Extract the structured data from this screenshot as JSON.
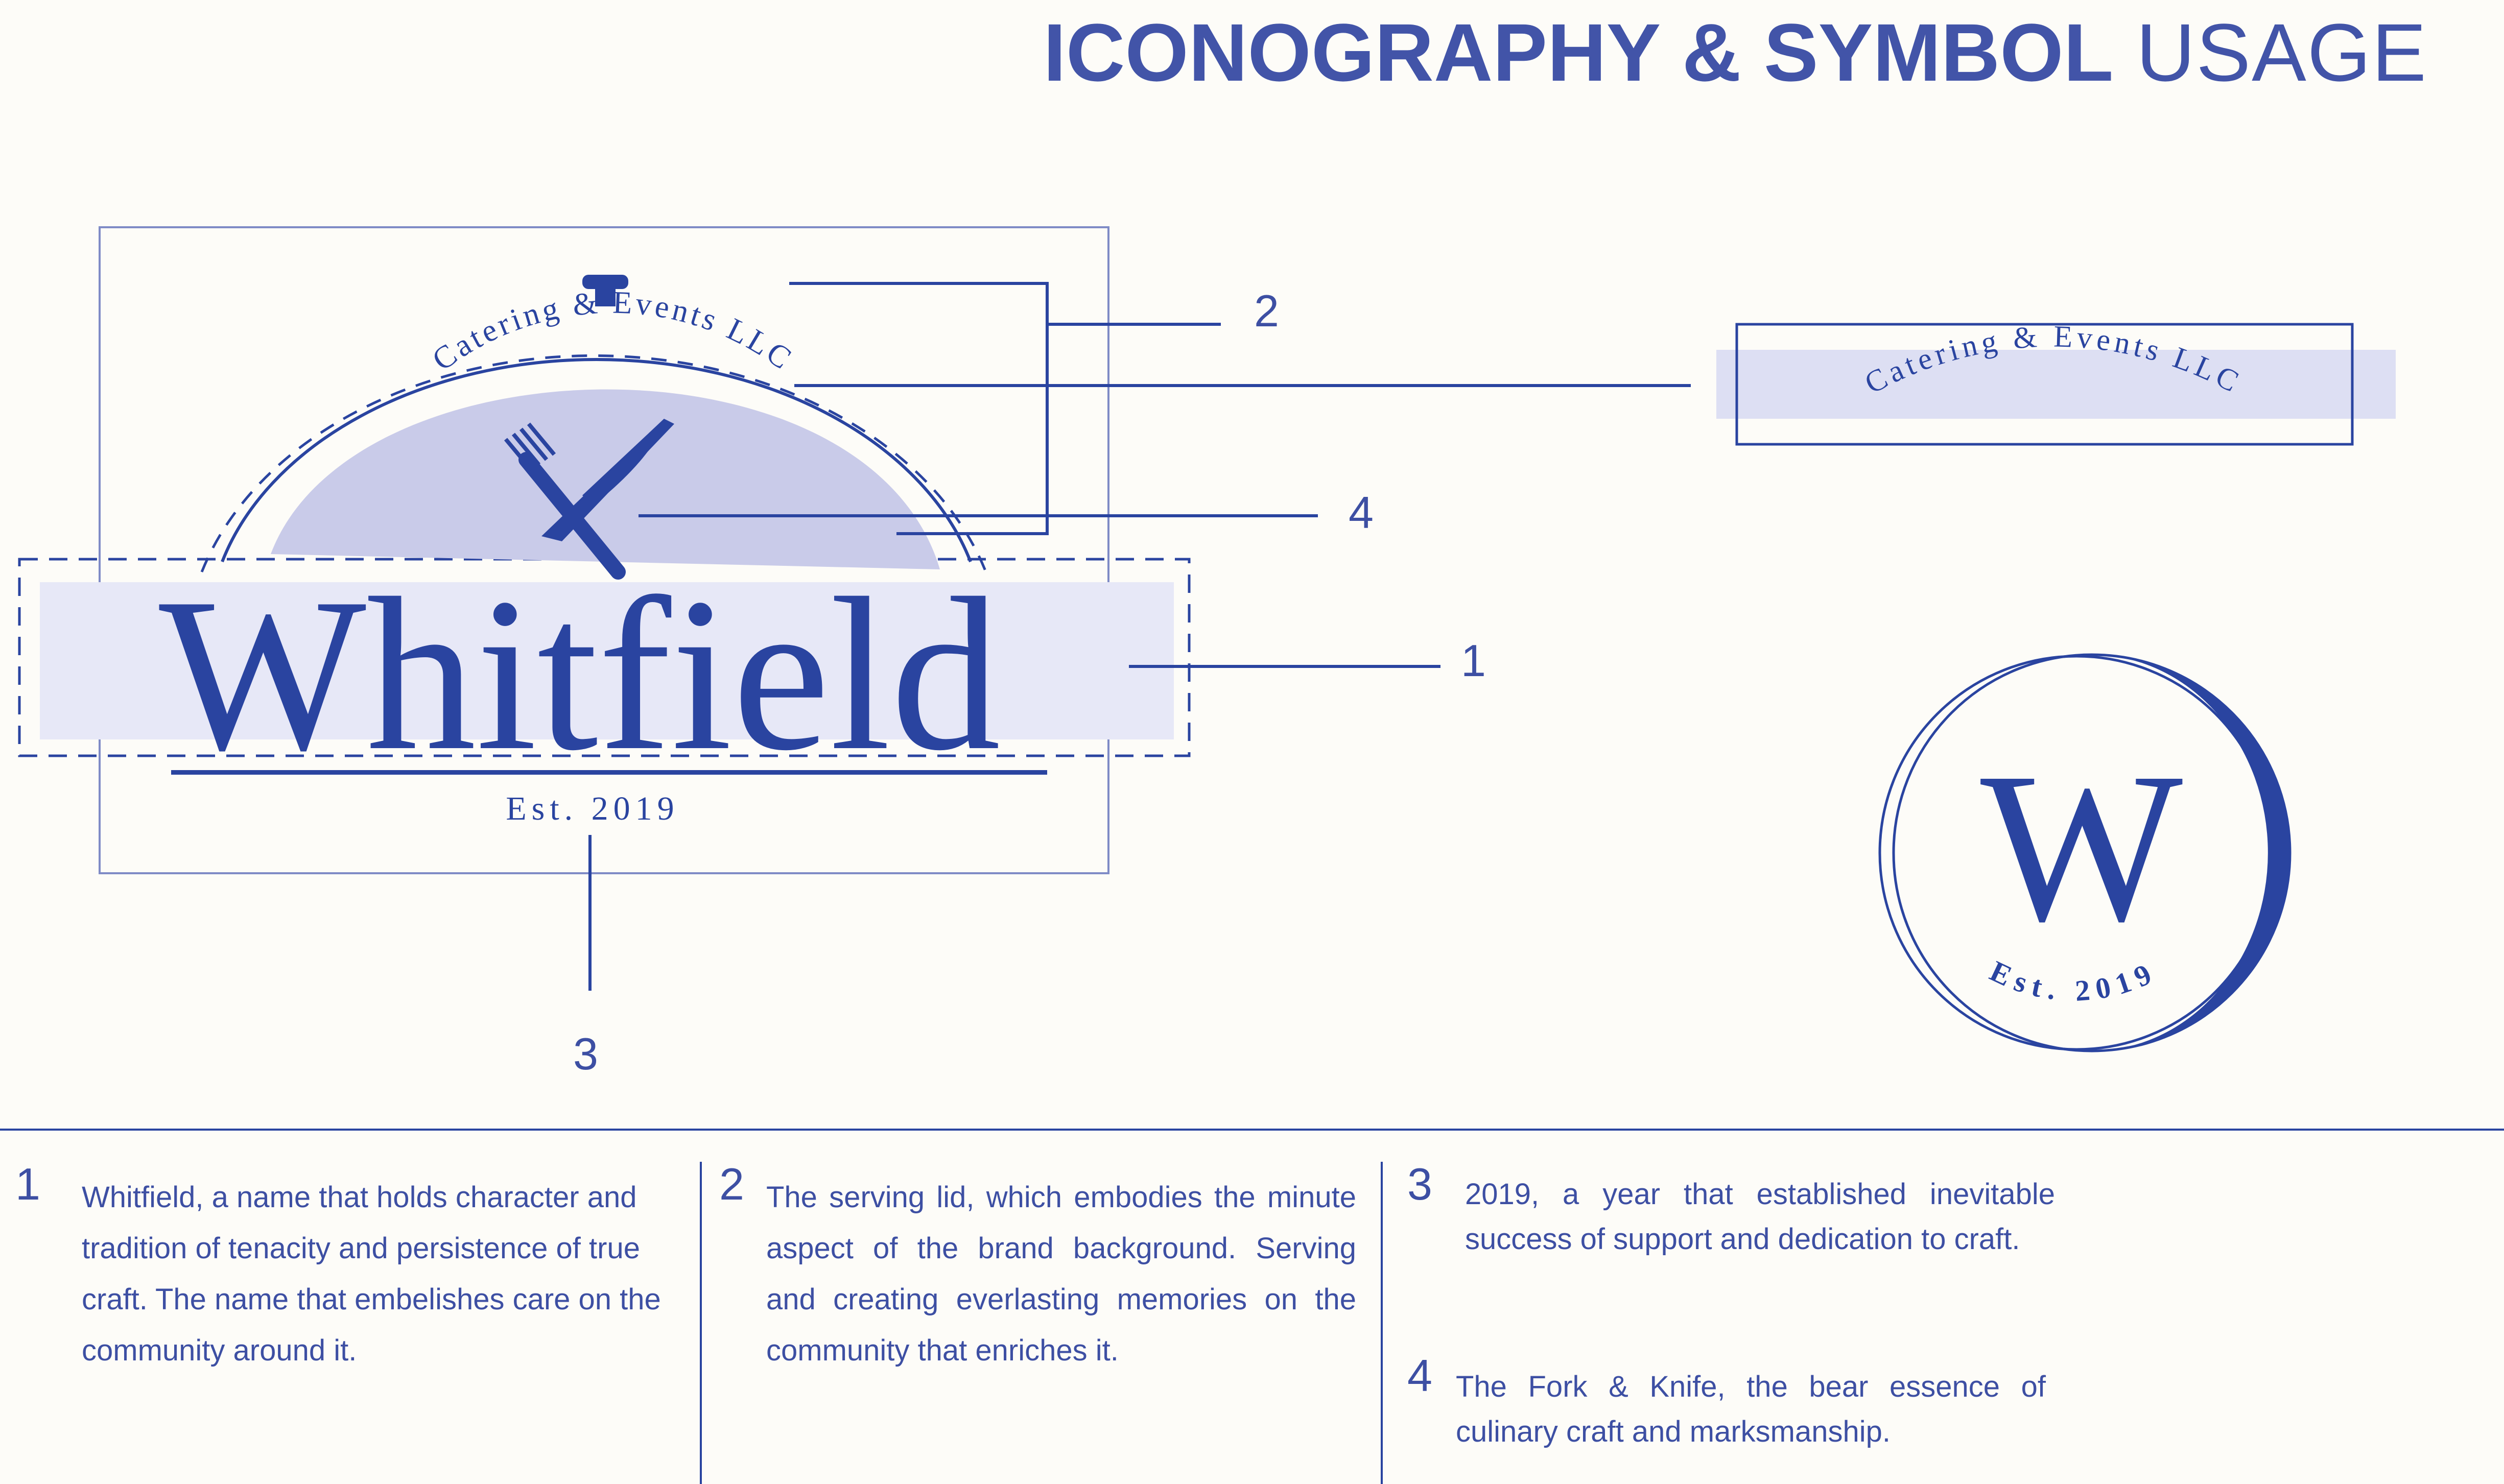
{
  "header": {
    "title_bold": "ICONOGRAPHY & SYMBOL",
    "title_light": "USAGE"
  },
  "logo": {
    "wordmark": "Whitfield",
    "tagline": "Catering &  Events LLC",
    "established": "Est. 2019",
    "monogram": "W",
    "monogram_est": "Est. 2019"
  },
  "callouts": {
    "c1": "1",
    "c2": "2",
    "c3": "3",
    "c4": "4"
  },
  "notes": [
    {
      "number": "1",
      "text": "Whitfield, a name that holds character and tradition of tenacity and persistence of true craft. The name that embelishes care on the community around it."
    },
    {
      "number": "2",
      "text": "The serving lid, which embodies the minute aspect of the brand background. Serving and creating everlasting memories on the community that enriches it."
    },
    {
      "number": "3",
      "text": "2019, a year that established inevitable success of support and dedication to craft."
    },
    {
      "number": "4",
      "text": "The Fork & Knife, the bear essence of culinary craft and marksmanship."
    }
  ],
  "colors": {
    "primary": "#2A44A0",
    "text": "#3D4FA3",
    "highlight": "#E7E8F7",
    "dome": "#C9CBE9",
    "background": "#FDFCF8"
  }
}
